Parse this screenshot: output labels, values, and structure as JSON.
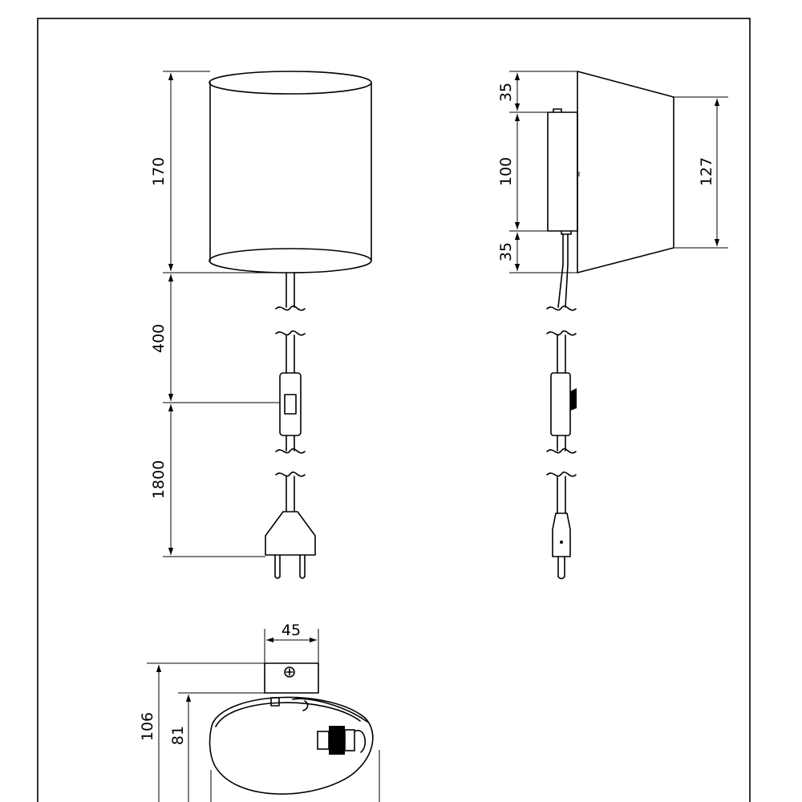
{
  "dimensions": {
    "front_height": "170",
    "cable_to_switch": "400",
    "switch_to_plug": "1800",
    "side_top_offset": "35",
    "side_mount_height": "100",
    "side_bottom_offset": "35",
    "side_rear_height": "127",
    "top_mount_width": "45",
    "top_total_depth": "106",
    "top_shade_depth": "81"
  },
  "colors": {
    "line": "#000000",
    "background": "#ffffff"
  }
}
